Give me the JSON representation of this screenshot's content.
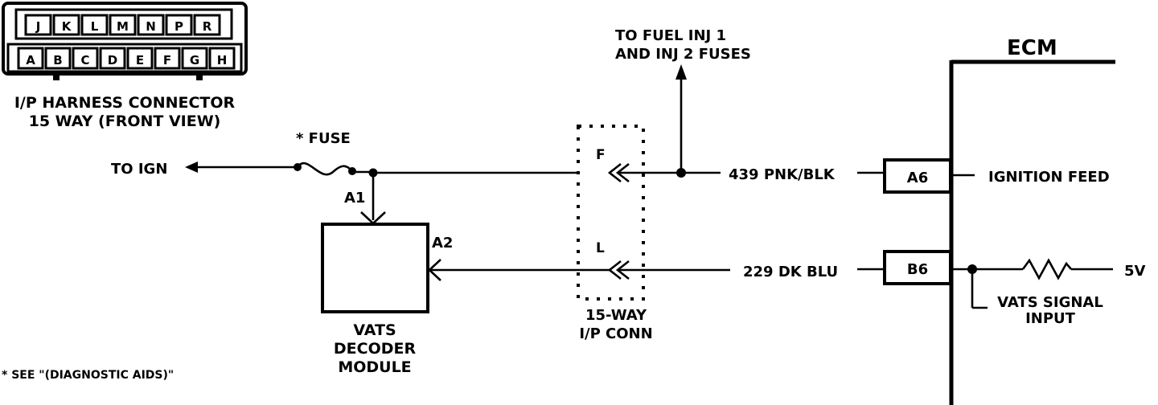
{
  "connector": {
    "top_pins": [
      "J",
      "K",
      "L",
      "M",
      "N",
      "P",
      "R"
    ],
    "bottom_pins": [
      "A",
      "B",
      "C",
      "D",
      "E",
      "F",
      "G",
      "H"
    ],
    "caption_line1": "I/P HARNESS CONNECTOR",
    "caption_line2": "15 WAY  (FRONT VIEW)"
  },
  "fuse_label": "* FUSE",
  "to_ign": "TO IGN",
  "fuel_inj_line1": "TO FUEL INJ 1",
  "fuel_inj_line2": "AND INJ 2 FUSES",
  "module": {
    "pin_a1": "A1",
    "pin_a2": "A2",
    "name_line1": "VATS",
    "name_line2": "DECODER",
    "name_line3": "MODULE"
  },
  "ip_conn": {
    "pin_f": "F",
    "pin_l": "L",
    "name_line1": "15-WAY",
    "name_line2": "I/P CONN"
  },
  "wires": {
    "ign_feed_wire": "439 PNK/BLK",
    "signal_wire": "229 DK BLU"
  },
  "ecm": {
    "title": "ECM",
    "pin_a6": "A6",
    "pin_b6": "B6",
    "ignition_feed": "IGNITION FEED",
    "vats_line1": "VATS SIGNAL",
    "vats_line2": "INPUT",
    "voltage": "5V"
  },
  "footnote": "*  SEE \"(DIAGNOSTIC AIDS)\""
}
